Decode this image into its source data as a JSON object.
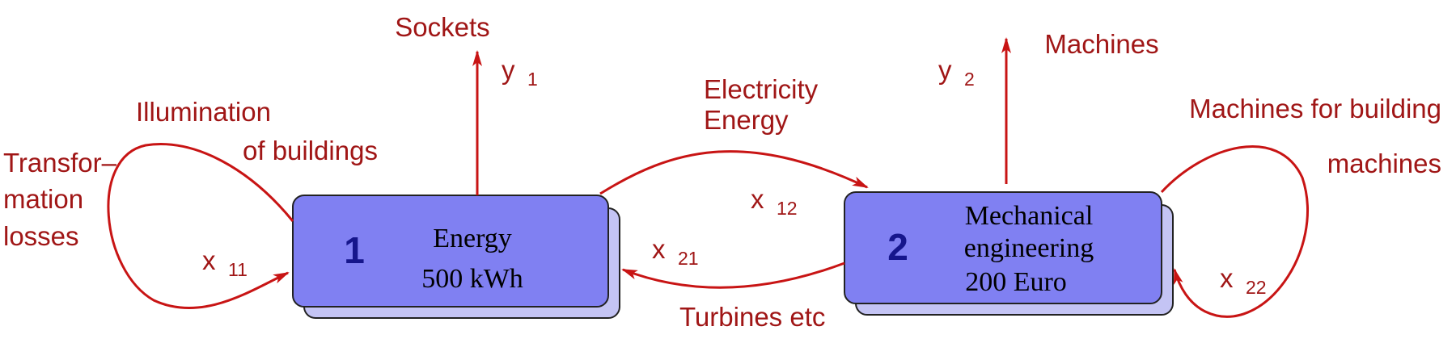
{
  "nodes": [
    {
      "number": "1",
      "name": "Energy",
      "value": "500 kWh"
    },
    {
      "number": "2",
      "name_lines": [
        "Mechanical",
        "engineering"
      ],
      "value": "200 Euro"
    }
  ],
  "labels": {
    "sockets": "Sockets",
    "y1": "y",
    "y1_sub": "1",
    "machines": "Machines",
    "y2": "y",
    "y2_sub": "2",
    "electricity": "Electricity",
    "energy": "Energy",
    "x12": "x",
    "x12_sub": "12",
    "x21": "x",
    "x21_sub": "21",
    "turbines": "Turbines etc",
    "illumination_1": "Illumination",
    "illumination_2": "of buildings",
    "transformation_1": "Transfor–",
    "transformation_2": "mation",
    "transformation_3": "losses",
    "x11": "x",
    "x11_sub": "11",
    "machines_building_1": "Machines for building",
    "machines_building_2": "machines",
    "x22": "x",
    "x22_sub": "22"
  },
  "colors": {
    "arrow": "#c81414",
    "text": "#a01616",
    "box_fill": "#8080f2",
    "box_shadow": "#c4c4f4",
    "number": "#16168c"
  }
}
